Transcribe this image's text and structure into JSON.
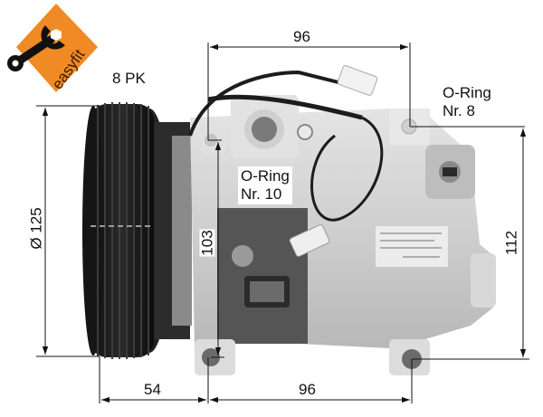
{
  "logo": {
    "brand": "easyfit",
    "icon": "wrench-icon",
    "colors": {
      "diamond": "#f08a24",
      "wrench": "#111111",
      "text": "#3a1a00"
    }
  },
  "product": {
    "belt_profile": "8 PK",
    "subject": "AC compressor with 8-groove pulley"
  },
  "dimensions": {
    "top_width": "96",
    "bottom_left": "54",
    "bottom_right": "96",
    "pulley_diameter": "Ø 125",
    "mount_height_left": "103",
    "overall_height_right": "112"
  },
  "callouts": {
    "oring_8": {
      "line1": "O-Ring",
      "line2": "Nr. 8"
    },
    "oring_10": {
      "line1": "O-Ring",
      "line2": "Nr. 10"
    }
  }
}
